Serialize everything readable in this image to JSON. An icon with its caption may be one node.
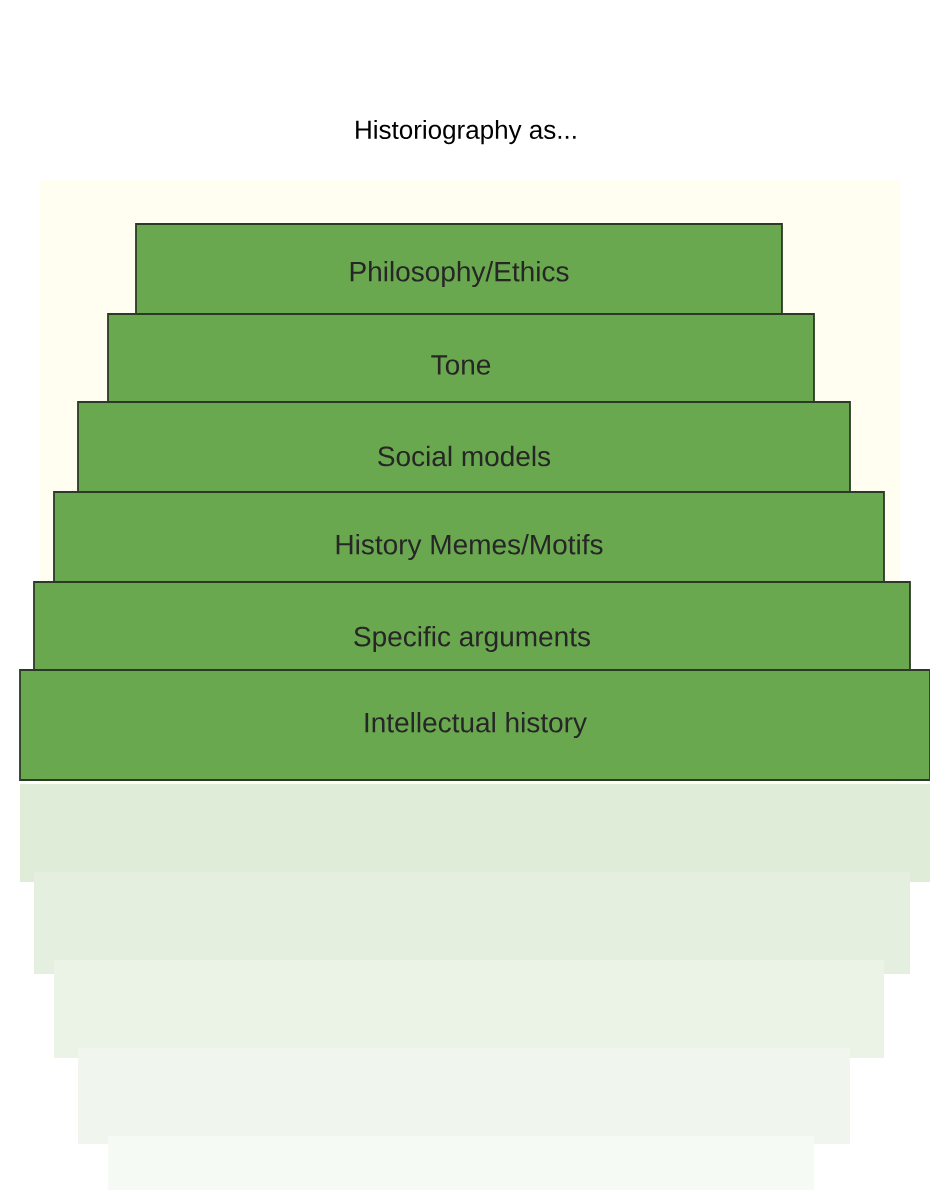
{
  "diagram": {
    "title": "Historiography as...",
    "nodes": [
      {
        "text": [
          "Philosophy/Ethics"
        ]
      },
      {
        "text": [
          "Tone"
        ]
      },
      {
        "text": [
          "Social models"
        ]
      },
      {
        "text": [
          "History Memes/Motifs"
        ]
      },
      {
        "text": [
          "Specific arguments"
        ]
      },
      {
        "text": [
          "Intellectual history"
        ]
      }
    ]
  }
}
